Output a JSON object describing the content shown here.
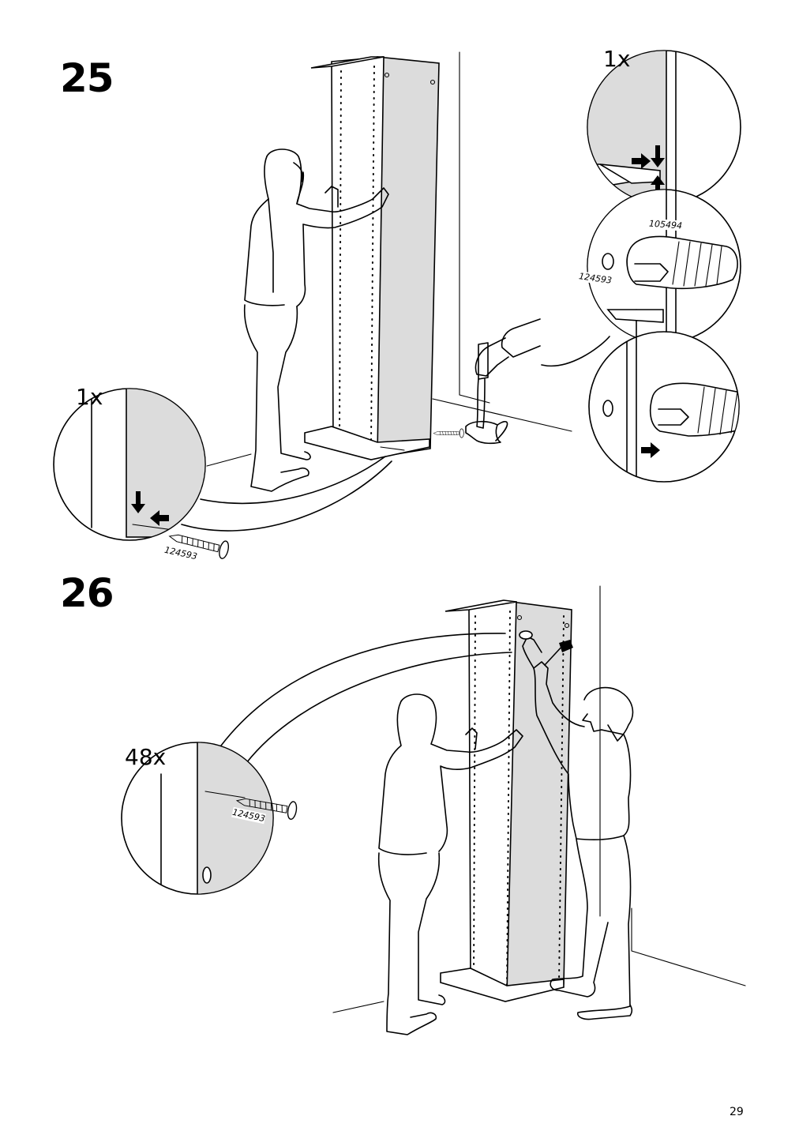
{
  "steps": [
    {
      "number": "25",
      "details": [
        {
          "quantity": "1x"
        },
        {
          "part_label": "105494"
        },
        {
          "part_label": "124593"
        }
      ],
      "floor_detail": {
        "quantity": "1x",
        "part_label": "124593"
      }
    },
    {
      "number": "26",
      "detail": {
        "quantity": "48x",
        "part_label": "124593"
      }
    }
  ],
  "page_number": "29",
  "icons": [
    "hammer-icon",
    "nail-icon",
    "arrow-icon",
    "person-figure"
  ]
}
